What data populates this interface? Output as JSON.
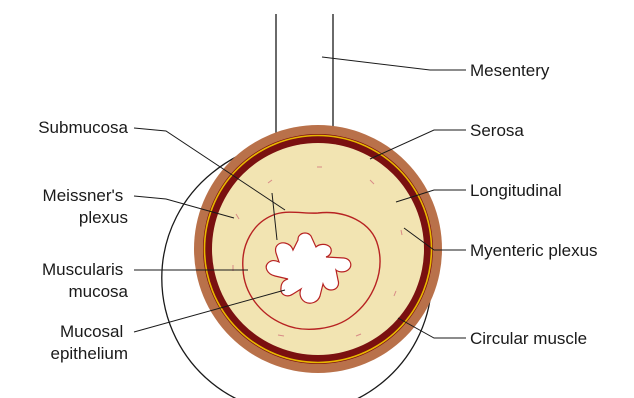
{
  "labels": {
    "mesentery": "Mesentery",
    "serosa": "Serosa",
    "longitudinal": "Longitudinal",
    "myenteric_plexus": "Myenteric plexus",
    "circular_muscle": "Circular muscle",
    "submucosa": "Submucosa",
    "meissners_plexus": [
      "Meissner's",
      "plexus"
    ],
    "muscularis_mucosa": [
      "Muscularis",
      "mucosa"
    ],
    "mucosal_epithelium": [
      "Mucosal",
      "epithelium"
    ]
  },
  "colors": {
    "serosa_layer": "#b9714a",
    "longitudinal_layer": "#7a1010",
    "myenteric_plexus_line": "#e8b800",
    "submucosa_fill": "#f2e4b2",
    "muscularis_mucosa_line": "#b72222",
    "plexus_marks": "#d88a86",
    "lumen": "#ffffff"
  }
}
